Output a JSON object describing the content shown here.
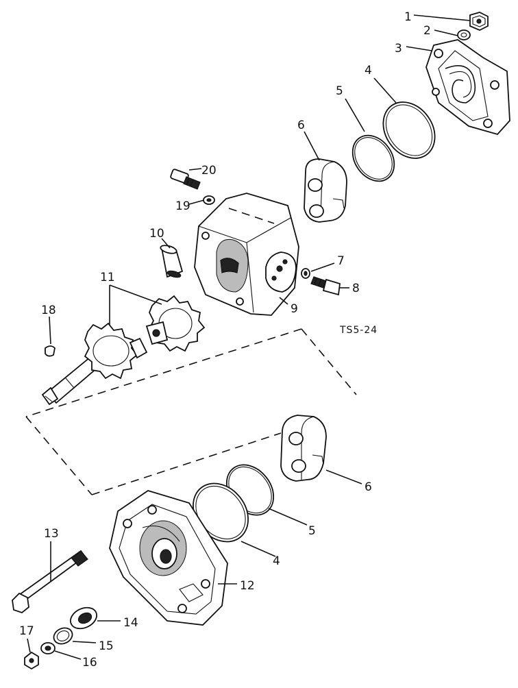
{
  "diagram": {
    "drawing_code": "TS5-24",
    "callouts": [
      {
        "id": "c1",
        "label": "1"
      },
      {
        "id": "c2",
        "label": "2"
      },
      {
        "id": "c3",
        "label": "3"
      },
      {
        "id": "c4a",
        "label": "4"
      },
      {
        "id": "c5a",
        "label": "5"
      },
      {
        "id": "c6a",
        "label": "6"
      },
      {
        "id": "c20",
        "label": "20"
      },
      {
        "id": "c19",
        "label": "19"
      },
      {
        "id": "c10",
        "label": "10"
      },
      {
        "id": "c7",
        "label": "7"
      },
      {
        "id": "c8",
        "label": "8"
      },
      {
        "id": "c9",
        "label": "9"
      },
      {
        "id": "c11",
        "label": "11"
      },
      {
        "id": "c18",
        "label": "18"
      },
      {
        "id": "c6b",
        "label": "6"
      },
      {
        "id": "c5b",
        "label": "5"
      },
      {
        "id": "c4b",
        "label": "4"
      },
      {
        "id": "c13",
        "label": "13"
      },
      {
        "id": "c12",
        "label": "12"
      },
      {
        "id": "c14",
        "label": "14"
      },
      {
        "id": "c15",
        "label": "15"
      },
      {
        "id": "c16",
        "label": "16"
      },
      {
        "id": "c17",
        "label": "17"
      }
    ]
  }
}
